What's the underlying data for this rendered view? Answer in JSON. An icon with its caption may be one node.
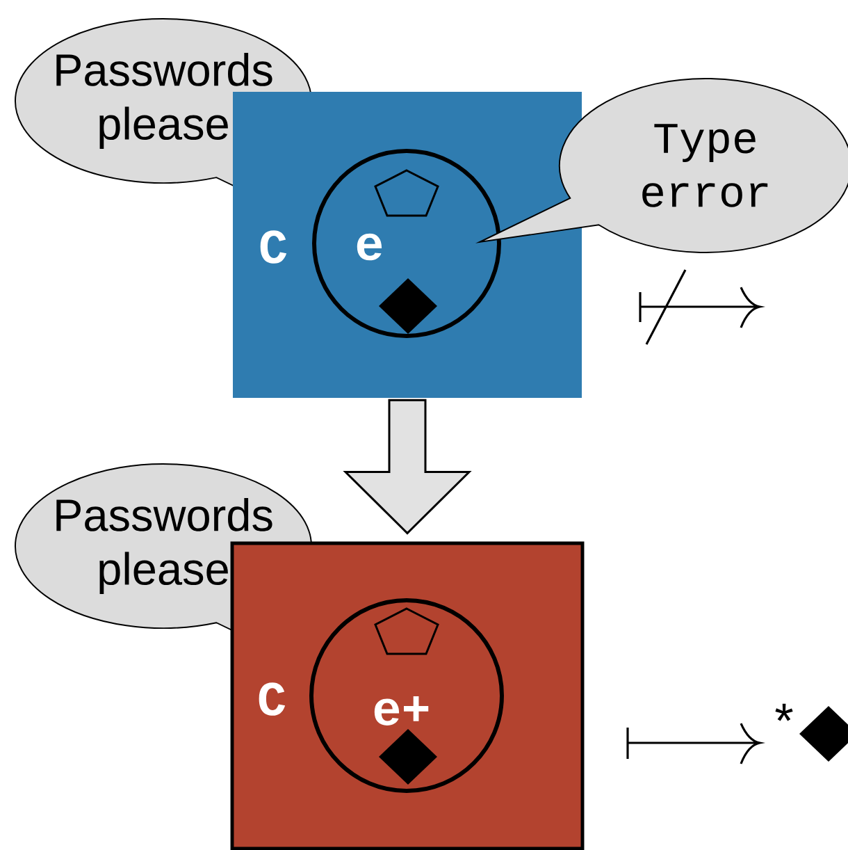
{
  "diagram": {
    "nodes": [
      {
        "text": [
          "Passwords please"
        ]
      },
      {
        "text": [
          "C"
        ]
      },
      {
        "text": [
          "e"
        ],
        "in": 1
      },
      {
        "text": [
          "Type error"
        ]
      },
      {
        "text": [
          "Passwords please"
        ]
      },
      {
        "text": [
          "C"
        ]
      },
      {
        "text": [
          "e+"
        ],
        "in": 5
      }
    ],
    "edges": [
      {
        "from": 1,
        "to": 5,
        "arrow": "to"
      }
    ],
    "labels": [
      "*"
    ]
  }
}
